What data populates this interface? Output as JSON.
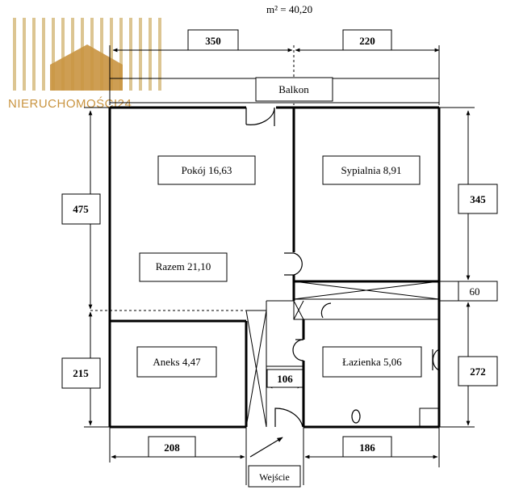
{
  "header": {
    "area_total": "m² = 40,20"
  },
  "logo": {
    "text": "NIERUCHOMOŚCI24",
    "color": "#c99440",
    "stripe_color": "#dcc592"
  },
  "rooms": {
    "balkon": "Balkon",
    "pokoj": "Pokój 16,63",
    "sypialnia": "Sypialnia 8,91",
    "razem": "Razem 21,10",
    "aneks": "Aneks 4,47",
    "lazienka": "Łazienka 5,06",
    "wejscie": "Wejście"
  },
  "dimensions": {
    "top_left": "350",
    "top_right": "220",
    "left_upper": "475",
    "left_lower": "215",
    "right_upper": "345",
    "right_mid": "60",
    "right_lower": "272",
    "bottom_left": "208",
    "bottom_right": "186",
    "hall_width": "106"
  }
}
